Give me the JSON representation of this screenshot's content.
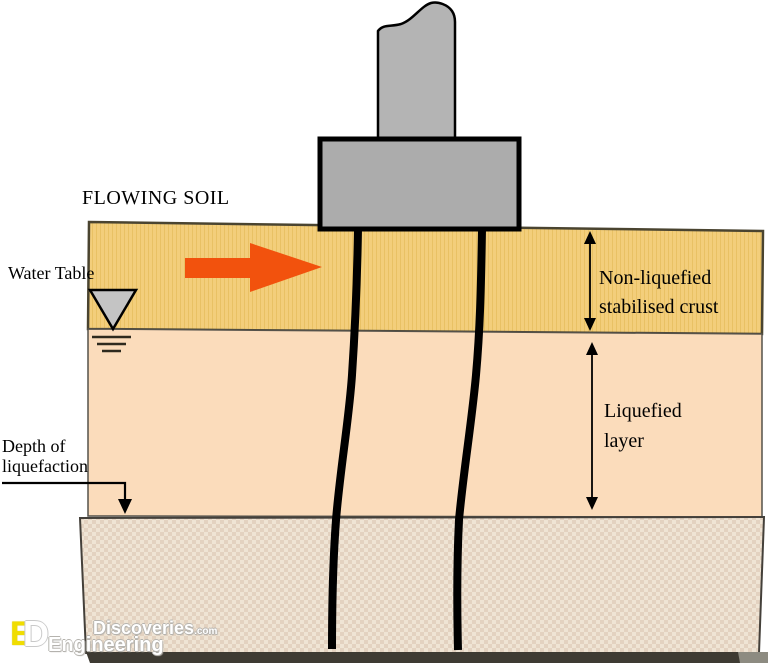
{
  "labels": {
    "flowing_soil": "FLOWING SOIL",
    "water_table": "Water Table",
    "depth_line1": "Depth of",
    "depth_line2": "liquefaction",
    "crust_line1": "Non-liquefied",
    "crust_line2": "stabilised crust",
    "liquefied_line1": "Liquefied",
    "liquefied_line2": "layer"
  },
  "watermark": {
    "brand_top": "Discoveries",
    "brand_top_suffix": ".com",
    "brand_bottom": "Engineering",
    "monogram_e": "E",
    "monogram_d": "D"
  },
  "colors": {
    "crust_fill": "#F3CE7B",
    "crust_stripe": "#E9C164",
    "crust_border": "#4A4430",
    "liquefied_fill": "#FBDCBB",
    "liquefied_border": "#55524A",
    "base_fill": "#E3D2C0",
    "base_dot": "#EFE4D4",
    "base_border": "#44403A",
    "bottom_strip": "#3E3B33",
    "bottom_strip_light": "#8D8B81",
    "concrete_gray": "#B4B4B4",
    "cap_gray": "#ACACAC",
    "triangle_gray": "#C4C4C4",
    "flow_arrow_orange": "#F2520D",
    "line_black": "#000000",
    "logo_yellow": "#F0DD00"
  }
}
